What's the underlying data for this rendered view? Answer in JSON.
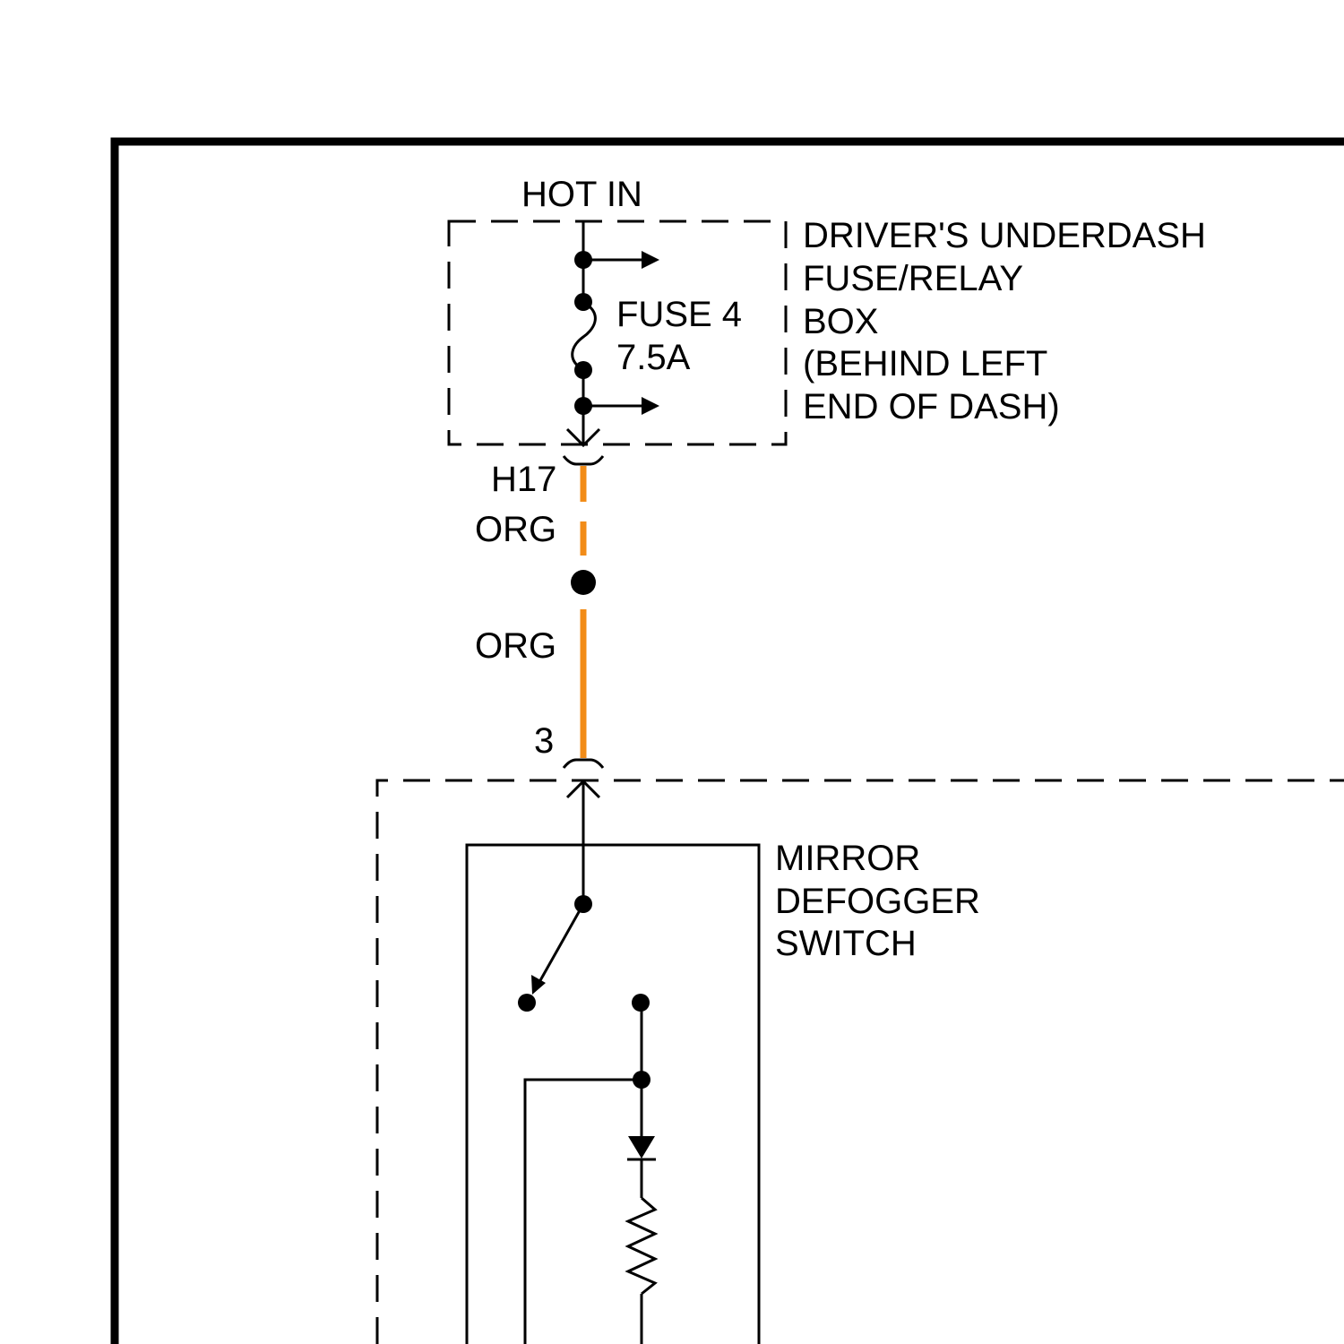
{
  "colors": {
    "line": "#000000",
    "wire_org": "#F28C18",
    "background": "#FFFFFF"
  },
  "labels": {
    "hot_in": "HOT IN",
    "fuse_box": [
      "DRIVER'S UNDERDASH",
      "FUSE/RELAY",
      "BOX",
      "(BEHIND LEFT",
      "END OF DASH)"
    ],
    "fuse_name": "FUSE 4",
    "fuse_rating": "7.5A",
    "connector_top": "H17",
    "wire_color_1": "ORG",
    "wire_color_2": "ORG",
    "pin_3": "3",
    "switch": [
      "MIRROR",
      "DEFOGGER",
      "SWITCH"
    ]
  }
}
